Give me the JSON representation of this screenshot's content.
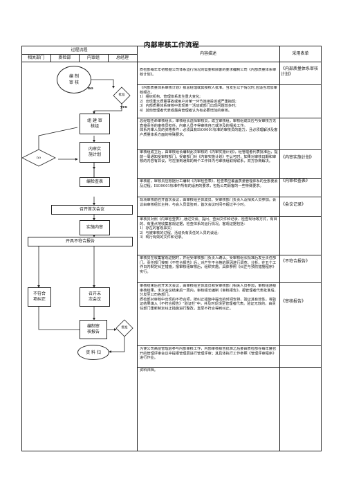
{
  "title": "内部审核工作流程",
  "header": {
    "process": "过程流程",
    "col1": "相关部门",
    "col2": "质检部",
    "col3": "内审组",
    "col4": "总经理",
    "content": "内容描述",
    "forms": "采用表单"
  },
  "flow": {
    "plan": "编 制\n审 核",
    "no1": "no",
    "approve": "批准",
    "yes": "yes",
    "team": "组 建 审\n核组",
    "implement": "内审实\n施计划",
    "checklist": "编检查表",
    "first_meeting": "召开首次会议",
    "audit": "实施内审",
    "nc_report": "开具不符合报告",
    "corrective": "不符合\n项纠正",
    "last_meeting": "召开末\n次会议",
    "report": "编制审\n核报告",
    "no2": "no",
    "approve2": "批准",
    "archive": "资 料 归"
  },
  "rows": [
    {
      "text": "质检部每年年初根据公司体系运行情况的需要和顾客的要求编制公司《内部质量体系审核计划》。",
      "form": "《内部质量体系审核计划》"
    },
    {
      "text": "《内部质量体系审核计划》报总经理或其授权人批准。当发生以下情况时,应适当增加审核频次。\n1）组织机构、管理体系发生重大变化;\n2）出现重大质量事故或用户对某一环节连续投诉或严重抱怨;\n3）内部质量体系审核中发现某一活动或部门出现问题较多时;\n4）其他管理者代表或最高管理者认为有必要增加的审核。",
      "form": ""
    },
    {
      "text": "总经理任命审核组长，审核组长选择审核员，成立审核组。审核组成员应与受审核方无直接责任的审核员担任。内审人员不得审核自己或涉及的相关工作。\n体系内审人员的资格条件：必须具有ISO9001标准的审核员的能力，且必须理解涉及客户质量体系方面的特殊要求。",
      "form": ""
    },
    {
      "text": "审核组成立后，由审核组长编制此次审核的《内审实施计划》，经管理者代表批准后，提前一周通知受审核部门。受审部门对《内审实施计划》不认可时，如果对审核日期和审核的内容有异议，可在接到通知的两个工作日内与审核组取得联系，双方协商解决。",
      "form": "《内审实施计划》"
    },
    {
      "text": "审核前，审核员应根据分工编制《内审检查表》，检查表应覆盖质量管理体系的全部要素及过程，ISO9001标准中所有的适用的要求，包括公司顾客的一些特殊要求。",
      "form": "《内审检查表》"
    },
    {
      "text": "现场审核前召开首次会议，由审核组全体成员、受审核部门负责人及相关人员参加。会议由审核组长主持，与会人员需签到，首次会议时间不超过半小时。",
      "form": "《会议记录》"
    },
    {
      "text": "审核员对照《内审检查表》,通过交谈、提问、查阅文件和记录、检查现场等方式，有目的、有重点地收集客观证据，检查体系的运行情况。客观证据包括：\n1）存在的客观事实;\n2）与被审核的过程、活动负有责任的人员的谈话;\n3）现行有效的文件和记录。",
      "form": ""
    },
    {
      "text": "审核员在收集客观证据时，并经受审核部门负责人确认。受审核组长批准后发至责任部门。责任部门接到《不符合报告》后，对产生不合格的原因进行调查、分析，在五个工作日内制定纠正措施，报审核组审核后，组织实施。具体参照《纠正与预防措施程序》实行。",
      "form": "《不符合报告》"
    },
    {
      "text": "审核结束后召开末次会议，由审核组全体成员和受审核部门相关人员参加，审核组通报审核结果。末次会议结束后一周内，审核组长编制《审核报告》，报管理者代表批准后，分发至公司各部门。\n质检部对审核中出现的不符合项，按纠正措施中提出的时间安排，验证其有效性，将验证结果填入《不符合报告》\"验证栏\"中，并及时反馈至管理者代表。验证无效的，由责任部门重新制定纠正措施进行整改，直至不符合得到纠正。",
      "form": "《审核报告》"
    },
    {
      "text": "为使公司高层管理层参与内部审核工作，内部审核报告批准之后要由质检部在每年度召开的管理评审会议中提报管理层进行管理评审；其具体执行工作参照《管理评审程序》进行作业。",
      "form": ""
    },
    {
      "text": "资料归档。",
      "form": ""
    }
  ]
}
